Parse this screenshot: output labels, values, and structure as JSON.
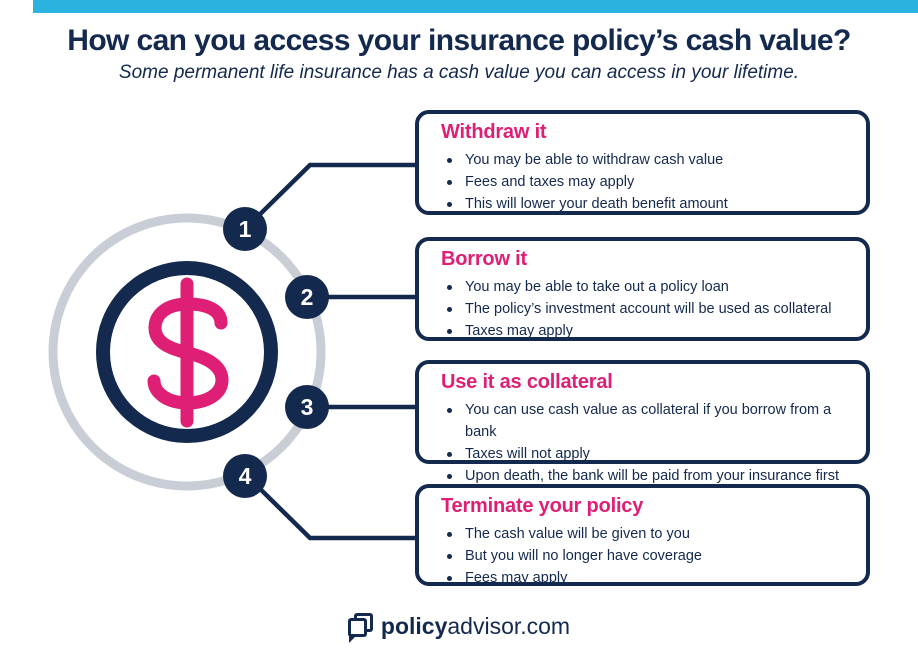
{
  "page": {
    "title": "How can you access your insurance policy’s cash value?",
    "subtitle": "Some permanent life insurance has a cash value you can access in your lifetime."
  },
  "center_graphic": {
    "icon": "dollar-sign-icon"
  },
  "steps": [
    {
      "number": "1",
      "heading": "Withdraw it",
      "bullets": [
        "You may be able to withdraw cash value",
        "Fees and taxes may apply",
        "This will lower your death benefit amount"
      ]
    },
    {
      "number": "2",
      "heading": "Borrow it",
      "bullets": [
        "You may be able to take out a policy loan",
        "The policy’s investment account will be used as collateral",
        "Taxes may apply"
      ]
    },
    {
      "number": "3",
      "heading": "Use it as collateral",
      "bullets": [
        "You can use cash value as collateral if you borrow from a bank",
        "Taxes will not apply",
        "Upon death, the bank will be paid from your insurance first"
      ]
    },
    {
      "number": "4",
      "heading": "Terminate your policy",
      "bullets": [
        "The cash value will be given to you",
        "But you will no longer have coverage",
        "Fees may apply"
      ]
    }
  ],
  "footer": {
    "brand_bold": "policy",
    "brand_regular": "advisor.com",
    "logo_icon": "overlapping-chat-squares-icon"
  },
  "colors": {
    "navy": "#14294e",
    "pink": "#df1f75",
    "cyan": "#2ab2e0",
    "ring_gray": "#c9ced6"
  }
}
